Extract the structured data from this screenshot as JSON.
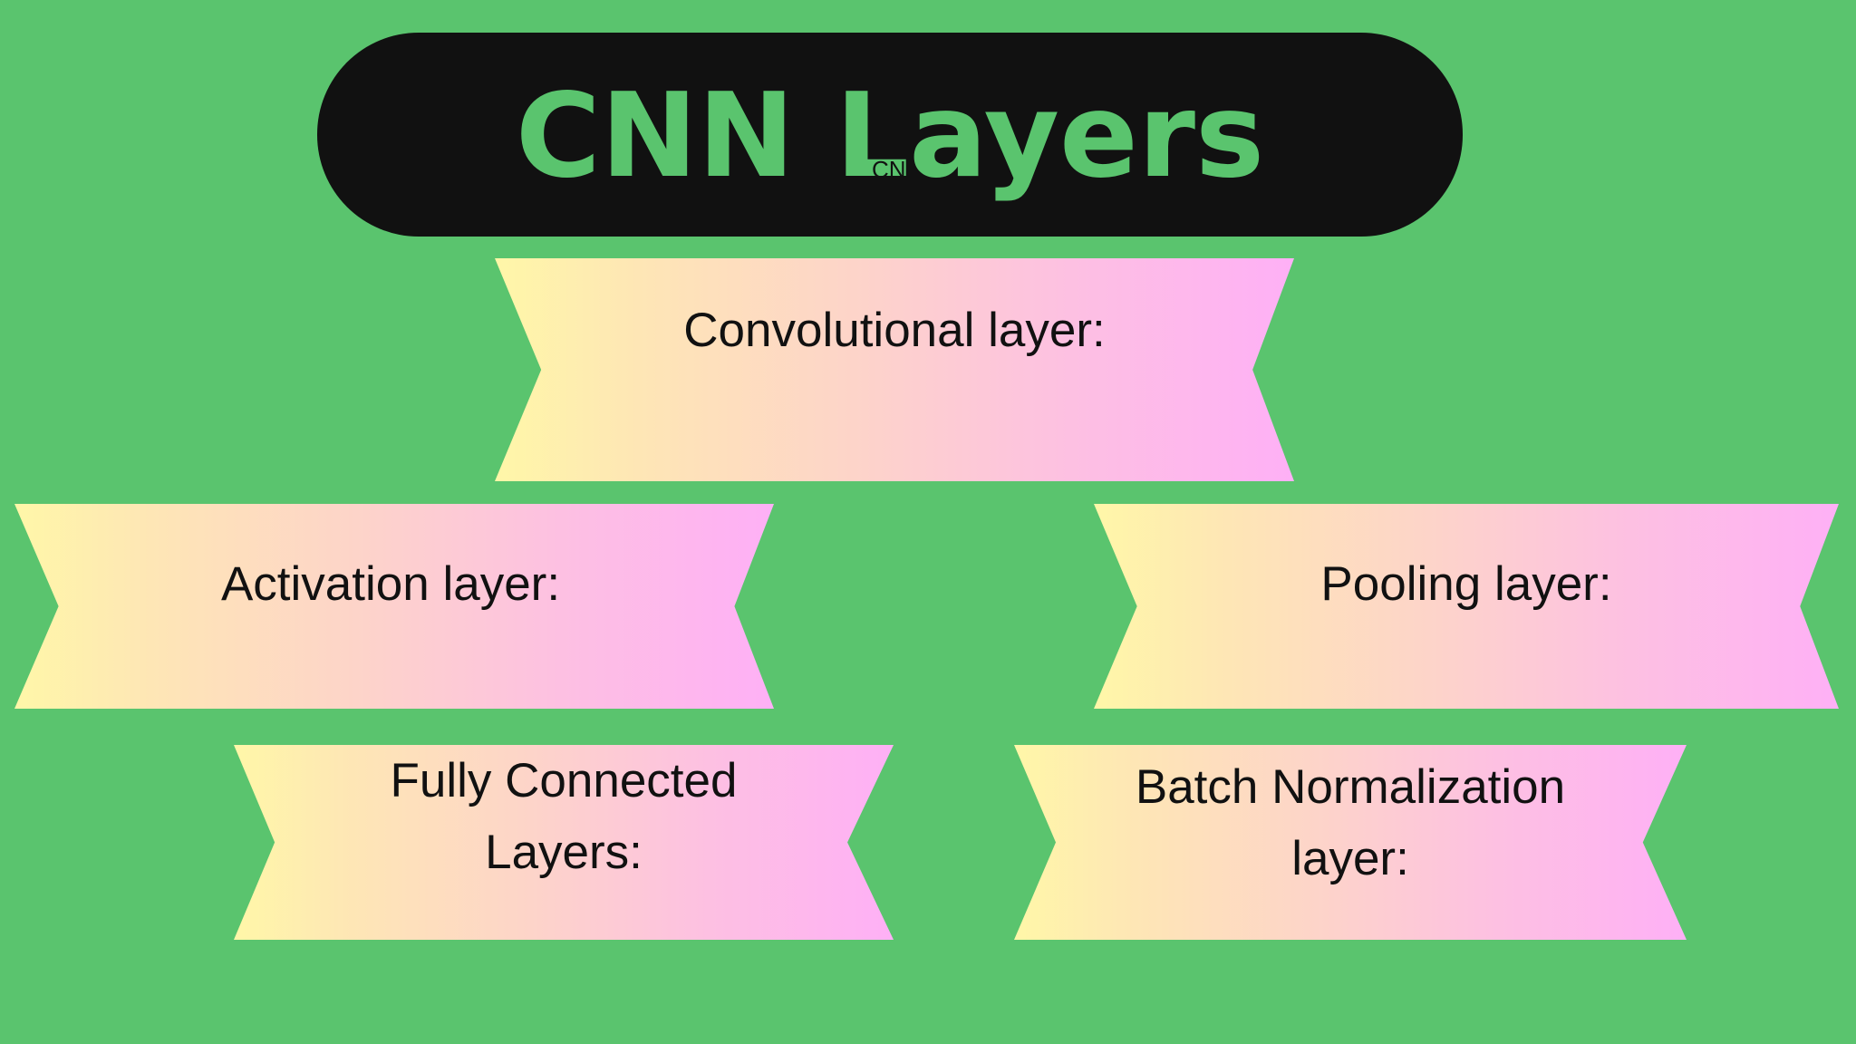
{
  "title": {
    "main": "CNN Layers",
    "overlay_small": "CN"
  },
  "layers": [
    {
      "label": "Convolutional layer:"
    },
    {
      "label": "Activation layer:"
    },
    {
      "label": "Pooling layer:"
    },
    {
      "label": "Fully Connected\nLayers:"
    },
    {
      "label": "Batch Normalization\nlayer:"
    }
  ],
  "colors": {
    "background": "#5ac46e",
    "title_bar": "#111111",
    "title_text": "#5ac46e",
    "ribbon_gradient_start": "#fff7a8",
    "ribbon_gradient_end": "#feb0f6",
    "label_text": "#111111"
  }
}
